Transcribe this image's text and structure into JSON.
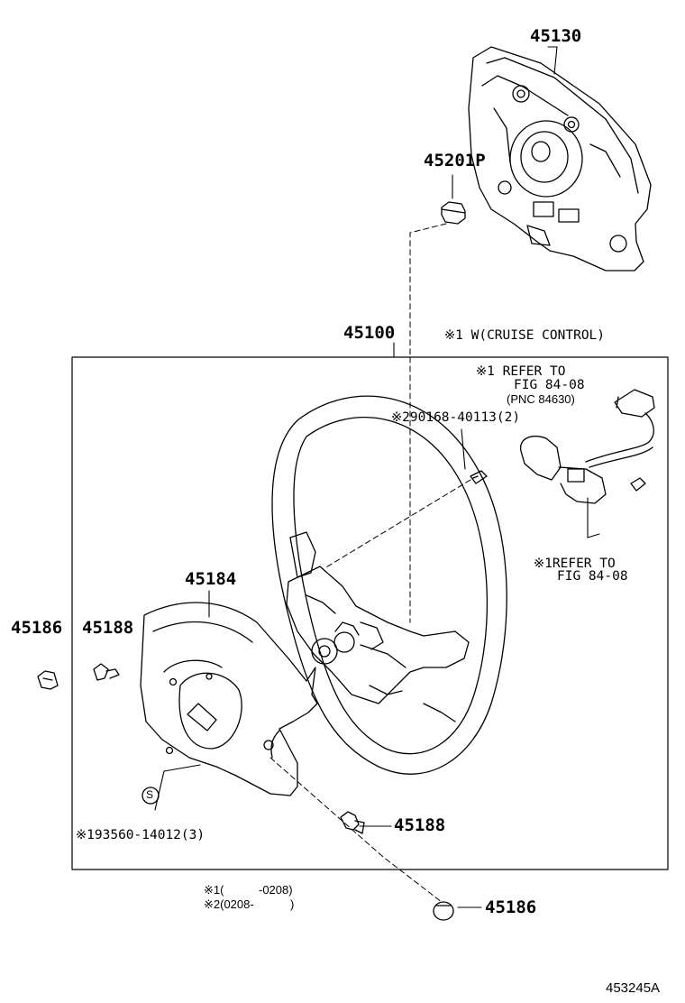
{
  "parts": {
    "p45130": "45130",
    "p45201P": "45201P",
    "p45100": "45100",
    "p45184": "45184",
    "p45186_left": "45186",
    "p45188_left": "45188",
    "p45188_bottom": "45188",
    "p45186_bottom": "45186"
  },
  "notes": {
    "cruise": "※1 W(CRUISE CONTROL)",
    "refer1_line1": "※1 REFER TO",
    "refer1_line2": "FIG 84-08",
    "refer1_line3": "(PNC 84630)",
    "screw": "※290168-40113(2)",
    "refer2_line1": "※1REFER TO",
    "refer2_line2": "FIG 84-08",
    "screw2": "※193560-14012(3)",
    "s_mark": "S"
  },
  "legend": {
    "l1_mark": "※1(",
    "l1_range": "-0208)",
    "l2_mark": "※2(0208-",
    "l2_close": ")"
  },
  "figure_id": "453245A"
}
